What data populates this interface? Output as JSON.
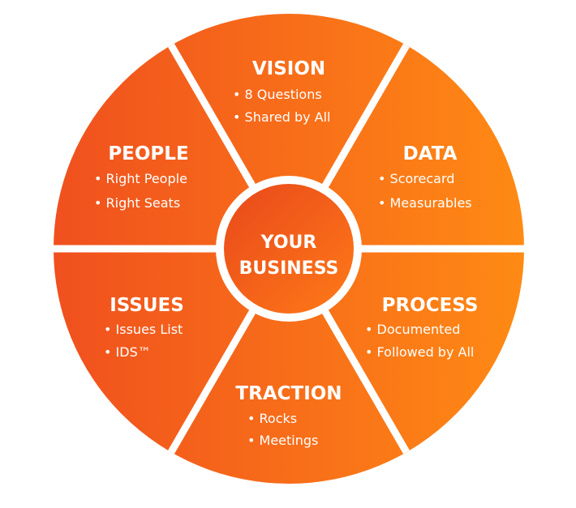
{
  "center": {
    "line1": "YOUR",
    "line2": "BUSINESS"
  },
  "segments": [
    {
      "id": "vision",
      "title": "VISION",
      "items": [
        "8 Questions",
        "Shared by All"
      ]
    },
    {
      "id": "data",
      "title": "DATA",
      "items": [
        "Scorecard",
        "Measurables"
      ]
    },
    {
      "id": "process",
      "title": "PROCESS",
      "items": [
        "Documented",
        "Followed by All"
      ]
    },
    {
      "id": "traction",
      "title": "TRACTION",
      "items": [
        "Rocks",
        "Meetings"
      ]
    },
    {
      "id": "issues",
      "title": "ISSUES",
      "items": [
        "Issues List",
        "IDS™"
      ]
    },
    {
      "id": "people",
      "title": "PEOPLE",
      "items": [
        "Right People",
        "Right Seats"
      ]
    }
  ],
  "colors": {
    "orange_dark": "#f0501e",
    "orange_light": "#ff8a14",
    "center_dark": "#e8481b",
    "center_light": "#ff7a18",
    "divider": "#ffffff"
  }
}
